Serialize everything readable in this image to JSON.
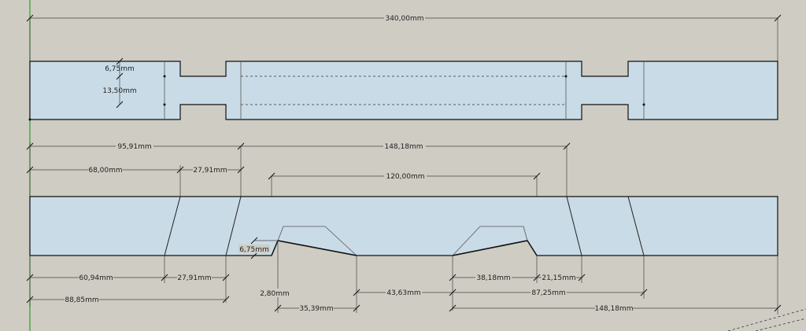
{
  "dimensions": {
    "total_length": "340,00mm",
    "slot_depth": "6,75mm",
    "slot_width": "13,50mm",
    "top_a": "95,91mm",
    "top_b": "148,18mm",
    "top_c": "68,00mm",
    "top_d": "27,91mm",
    "top_e": "120,00mm",
    "side_depth": "6,75mm",
    "bot_a": "60,94mm",
    "bot_b": "27,91mm",
    "bot_c": "88,85mm",
    "bot_d": "2,80mm",
    "bot_e": "35,39mm",
    "bot_f": "43,63mm",
    "bot_g": "38,18mm",
    "bot_h": "21,15mm",
    "bot_i": "87,25mm",
    "bot_j": "148,18mm"
  }
}
